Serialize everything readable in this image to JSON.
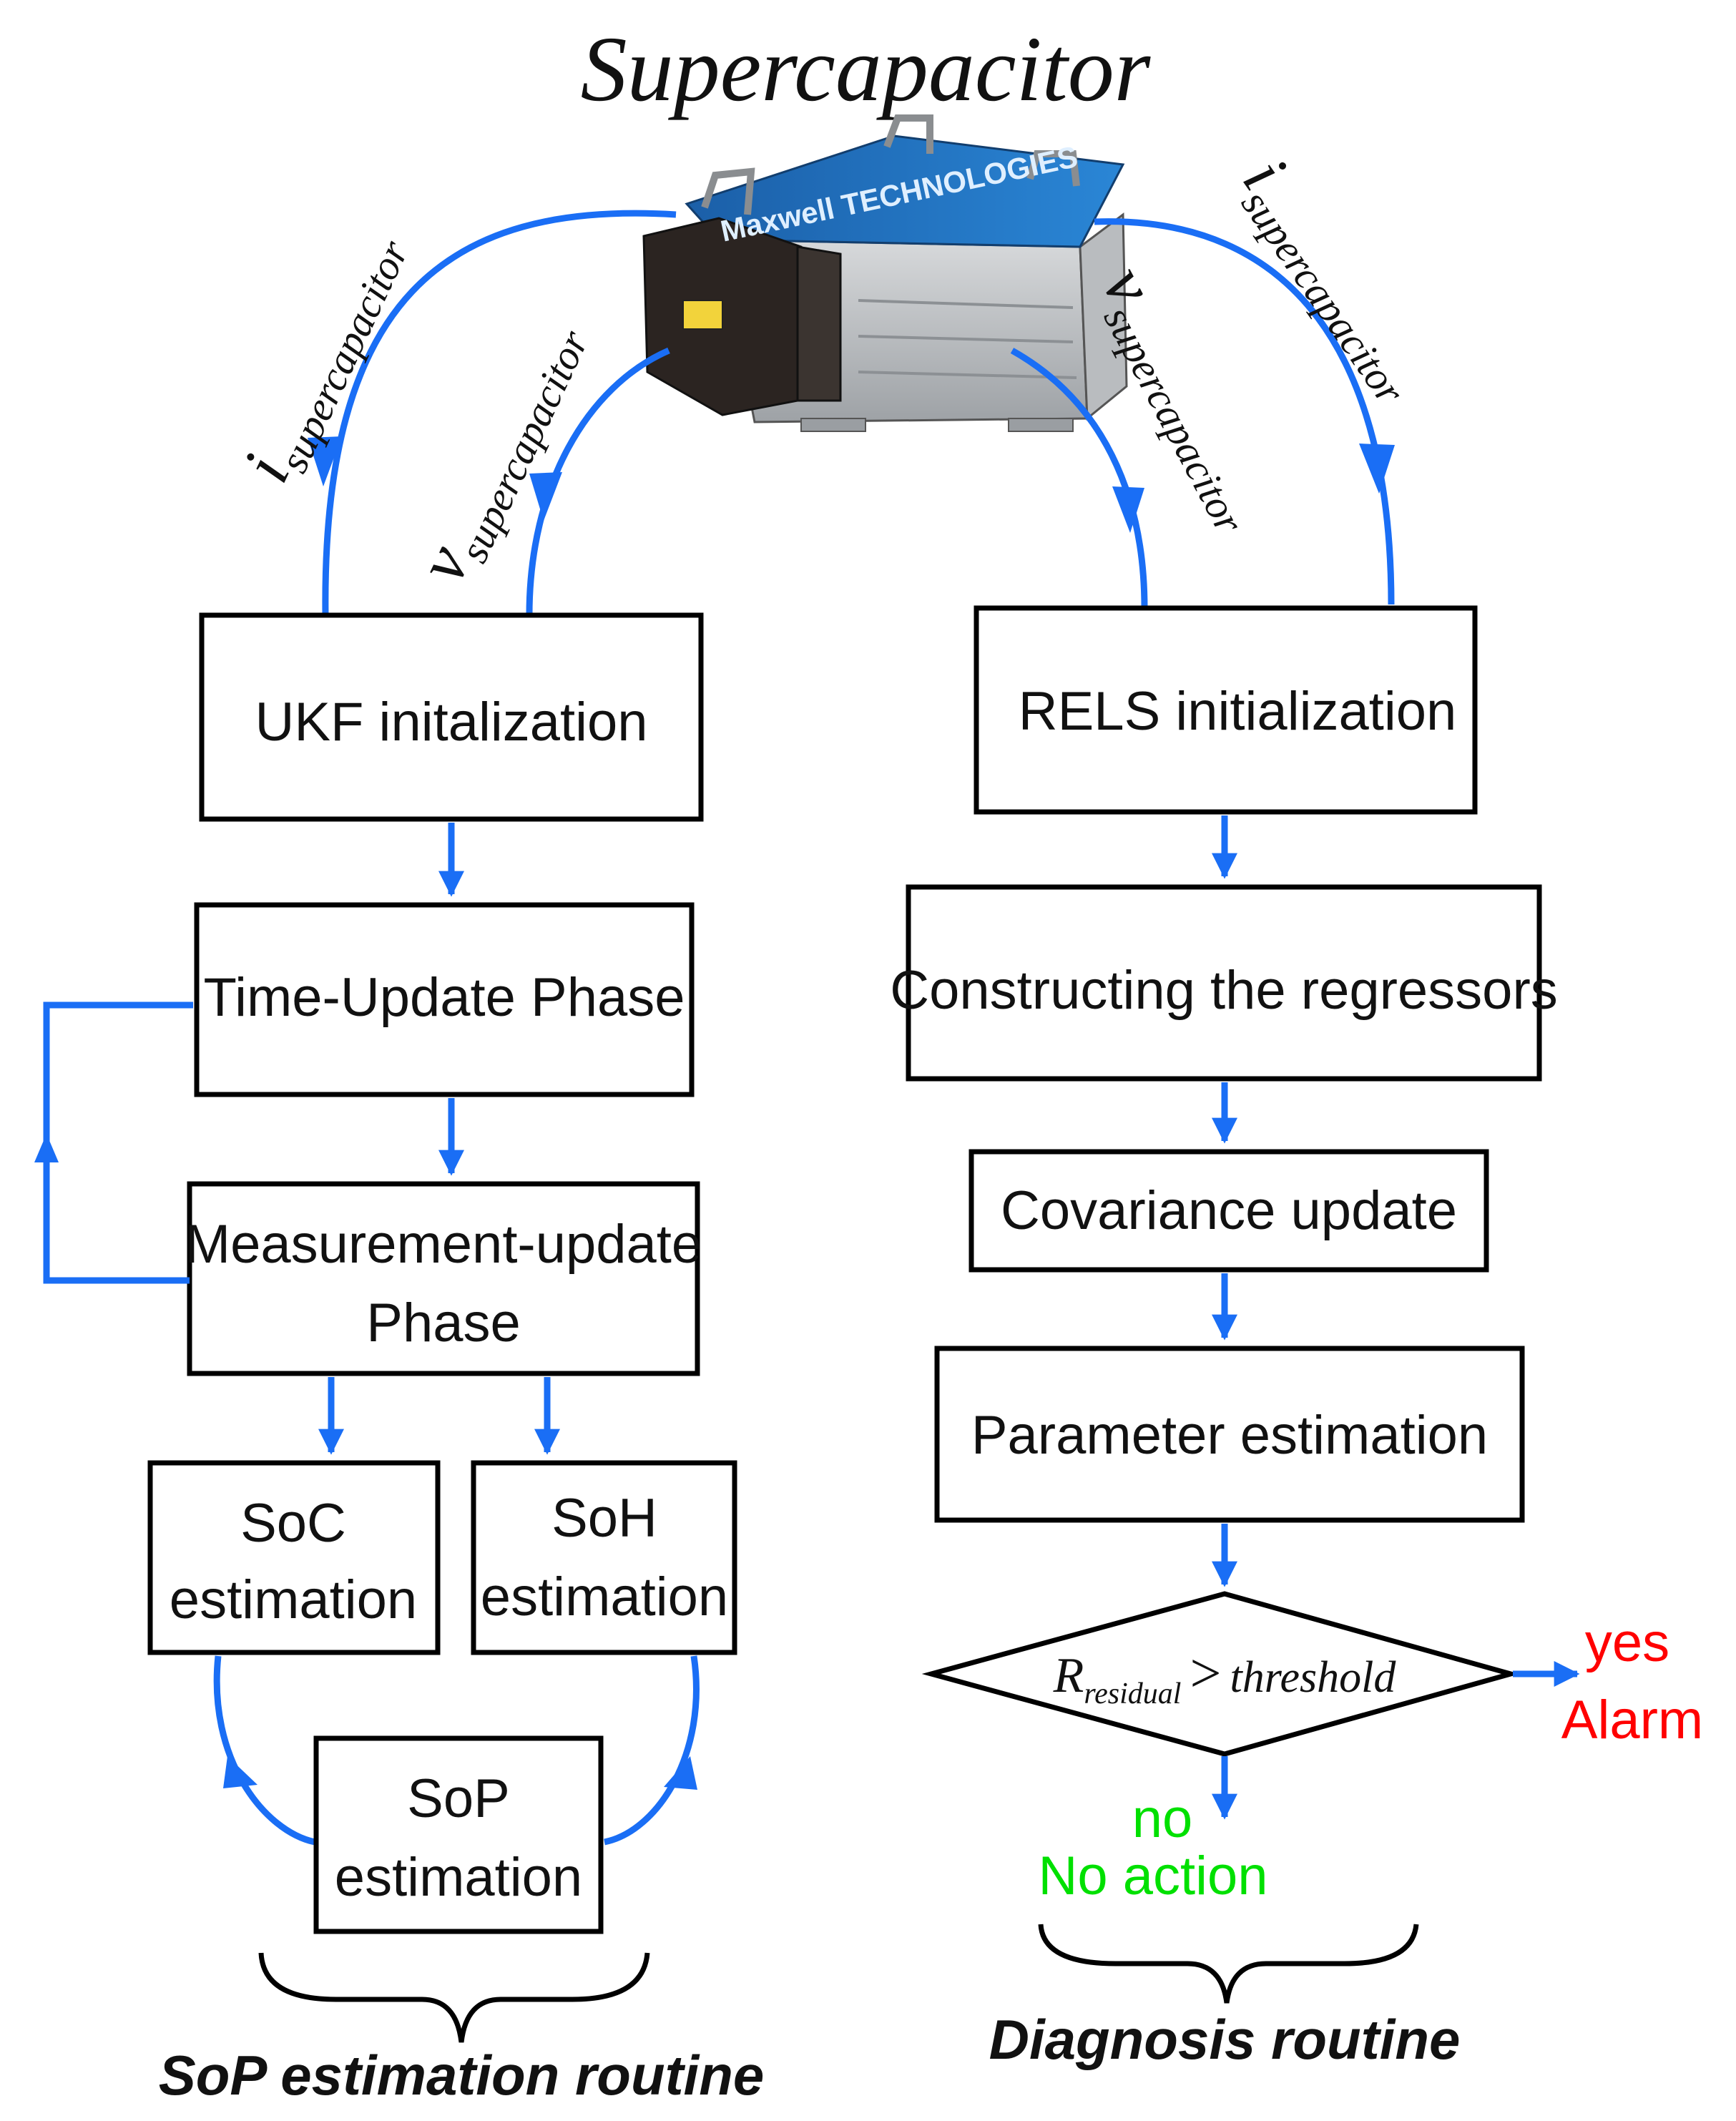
{
  "title": "Supercapacitor",
  "device_label": "Maxwell TECHNOLOGIES",
  "signals": {
    "i_base": "i",
    "v_base": "v",
    "subscript": "supercapacitor"
  },
  "left": {
    "ukf_init": "UKF initalization",
    "time_update": "Time-Update Phase",
    "measurement_update_line1": "Measurement-update",
    "measurement_update_line2": "Phase",
    "soc_line1": "SoC",
    "soc_line2": "estimation",
    "soh_line1": "SoH",
    "soh_line2": "estimation",
    "sop_line1": "SoP",
    "sop_line2": "estimation",
    "routine_label": "SoP estimation routine"
  },
  "right": {
    "rels_init": "RELS initialization",
    "regressors": "Constructing the regressors",
    "covariance": "Covariance update",
    "parameter": "Parameter estimation",
    "condition_R": "R",
    "condition_sub": "residual",
    "condition_op": ">",
    "condition_threshold": "threshold",
    "yes_label": "yes",
    "alarm_label": "Alarm",
    "no_label": "no",
    "no_action_label": "No action",
    "routine_label": "Diagnosis routine"
  },
  "colors": {
    "arrow": "#1a6ef5",
    "yes": "#ff0000",
    "no": "#00e000",
    "device_blue": "#1f6fb8"
  }
}
